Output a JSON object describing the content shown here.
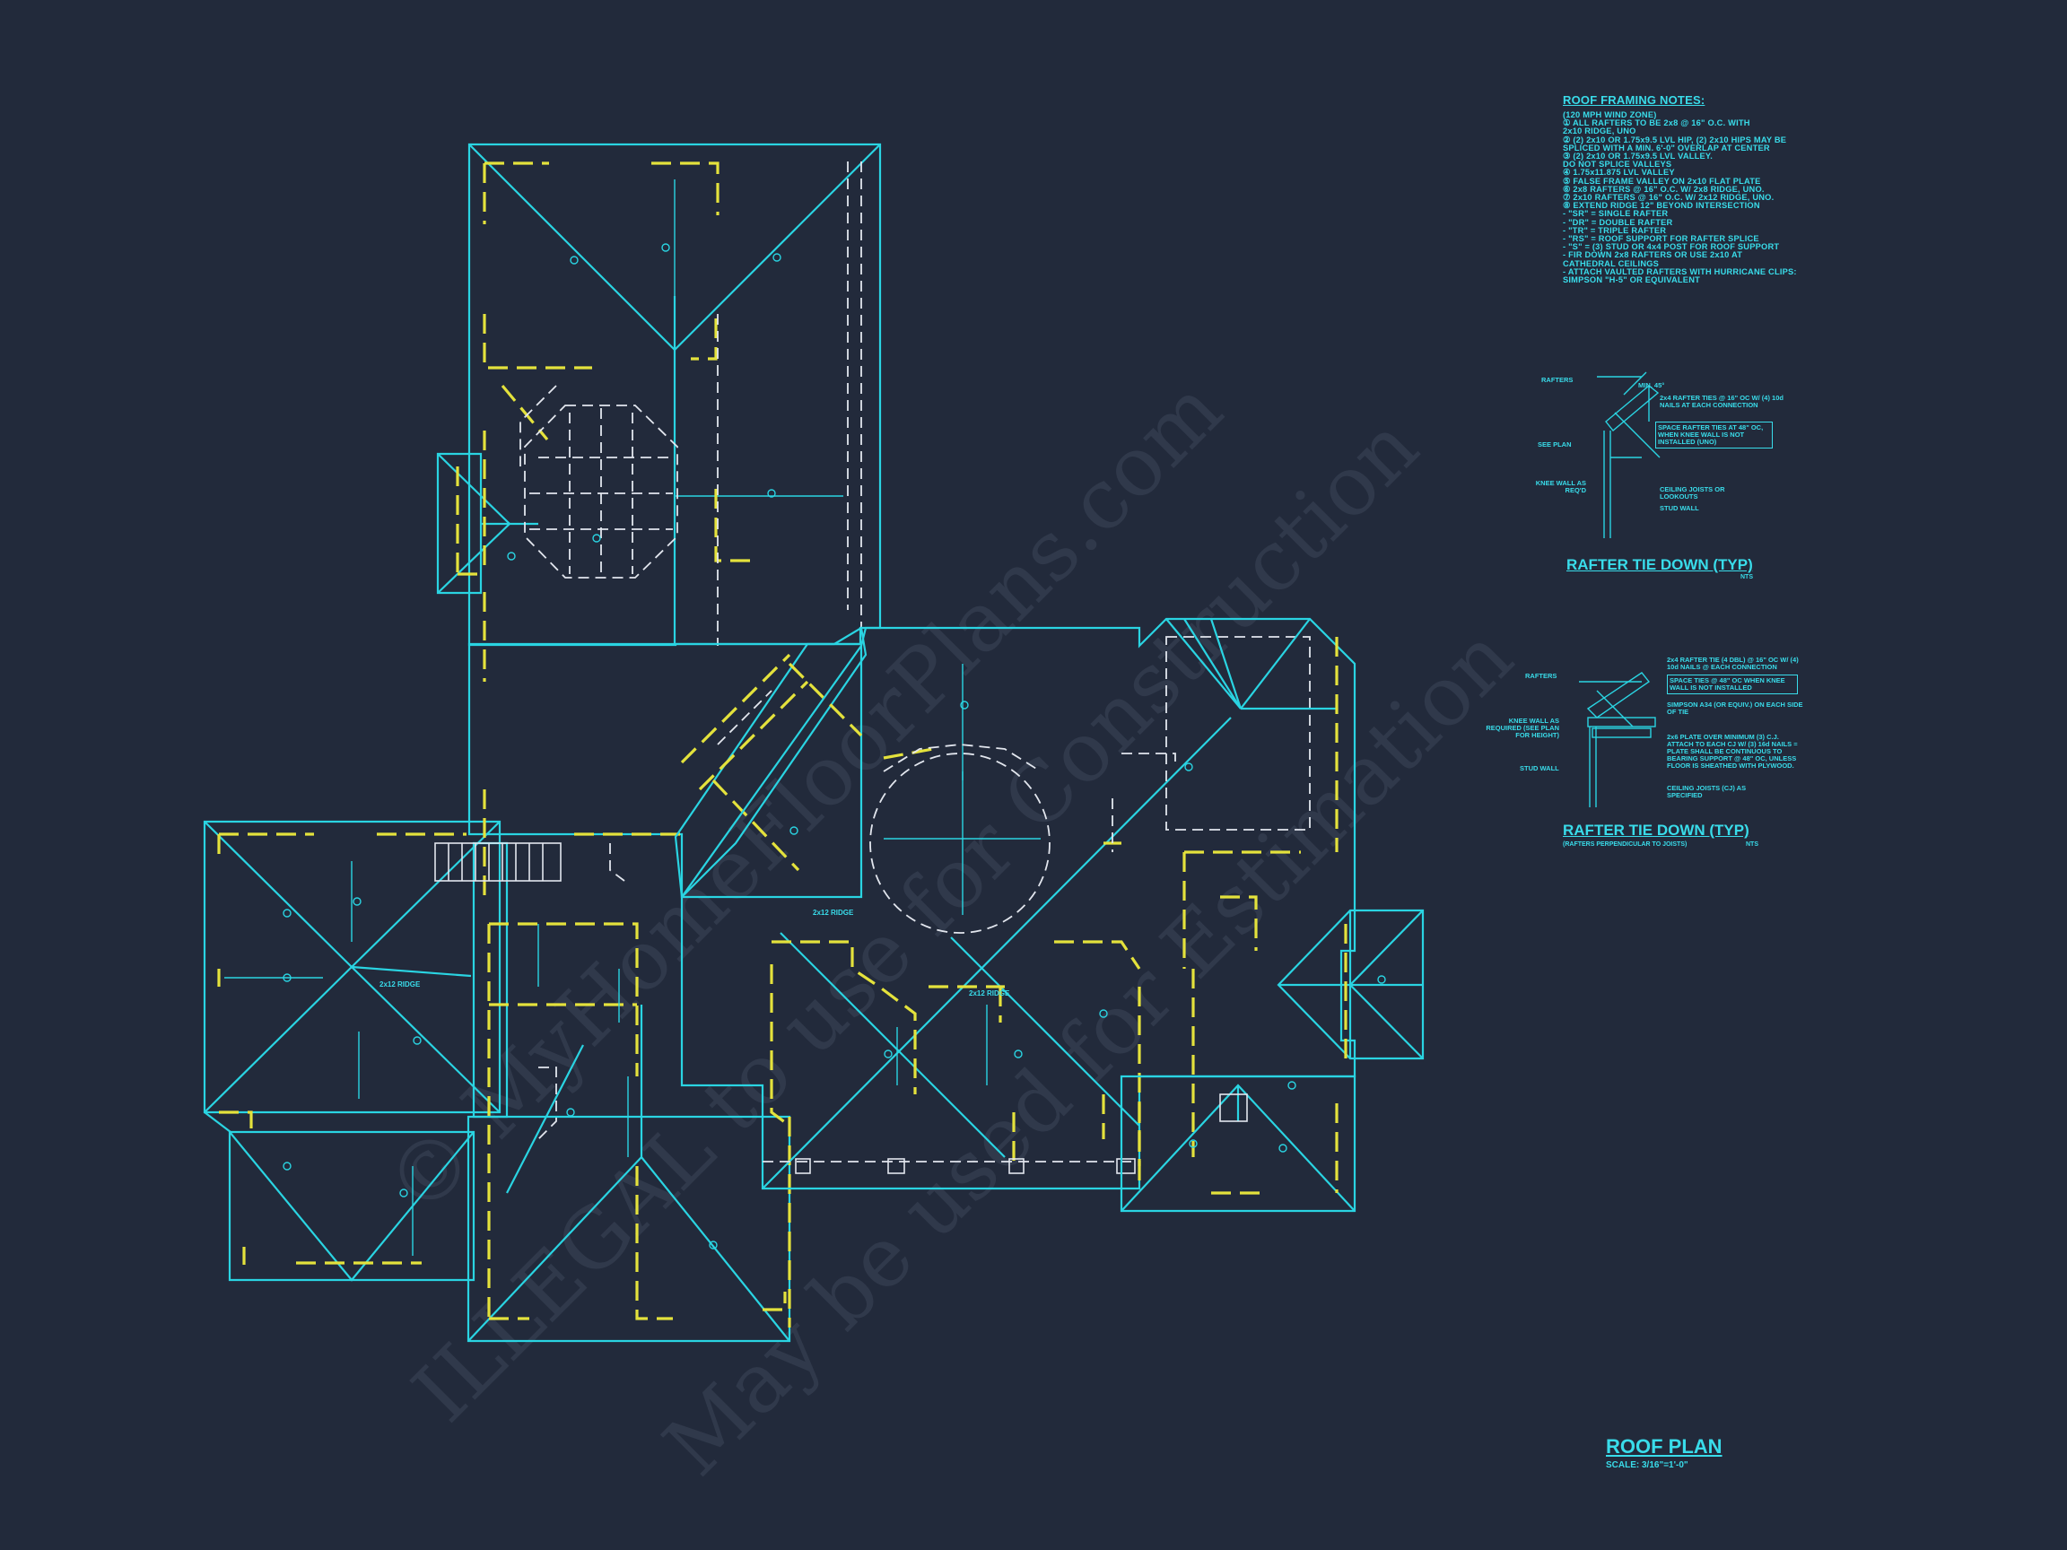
{
  "watermark": {
    "line1": "© MyHomeFloorPlans.com",
    "line2": "ILLEGAL to use for Construction",
    "line3": "May be used for Estimation"
  },
  "notes": {
    "title": "ROOF FRAMING NOTES:",
    "items": [
      "(120 MPH WIND ZONE)",
      "① ALL RAFTERS TO BE 2x8 @ 16\" O.C. WITH",
      "    2x10 RIDGE, UNO",
      "② (2) 2x10 OR 1.75x9.5 LVL HIP, (2) 2x10 HIPS MAY BE",
      "    SPLICED WITH A MIN. 6'-0\" OVERLAP AT CENTER",
      "③ (2) 2x10 OR 1.75x9.5 LVL VALLEY.",
      "    DO NOT SPLICE VALLEYS",
      "④ 1.75x11.875 LVL VALLEY",
      "⑤ FALSE FRAME VALLEY ON 2x10 FLAT PLATE",
      "⑥ 2x8 RAFTERS @ 16\" O.C. W/ 2x8 RIDGE, UNO.",
      "⑦ 2x10 RAFTERS @ 16\" O.C. W/ 2x12 RIDGE, UNO.",
      "⑧ EXTEND RIDGE 12\" BEYOND INTERSECTION",
      "-  \"SR\" = SINGLE RAFTER",
      "-  \"DR\" = DOUBLE RAFTER",
      "-  \"TR\" = TRIPLE RAFTER",
      "-  \"RS\" = ROOF SUPPORT FOR RAFTER SPLICE",
      "-  \"S\"   = (3) STUD OR 4x4 POST FOR ROOF SUPPORT",
      "-  FIR DOWN 2x8 RAFTERS OR USE 2x10 AT",
      "    CATHEDRAL CEILINGS",
      "-  ATTACH VAULTED RAFTERS WITH HURRICANE CLIPS:",
      "    SIMPSON \"H-5\" OR EQUIVALENT"
    ]
  },
  "detail1": {
    "title": "RAFTER TIE DOWN (TYP)",
    "subtitle": "NTS",
    "labels": {
      "rafters": "RAFTERS",
      "min": "MIN. 45°",
      "tie": "2x4 RAFTER TIES @ 16\" OC W/ (4) 10d NAILS AT EACH CONNECTION",
      "space": "SPACE RAFTER TIES AT 48\" OC, WHEN KNEE WALL IS NOT INSTALLED (UNO)",
      "see_plan": "SEE PLAN",
      "knee": "KNEE WALL AS REQ'D",
      "ceiling": "CEILING JOISTS OR LOOKOUTS",
      "stud": "STUD WALL"
    }
  },
  "detail2": {
    "title": "RAFTER TIE DOWN (TYP)",
    "subtitle": "(RAFTERS PERPENDICULAR TO JOISTS)",
    "nts": "NTS",
    "labels": {
      "tie": "2x4 RAFTER TIE (4 DBL) @ 16\" OC W/ (4) 10d NAILS @ EACH CONNECTION",
      "space": "SPACE TIES @ 48\" OC WHEN KNEE WALL IS NOT INSTALLED",
      "rafters": "RAFTERS",
      "simpson": "SIMPSON A34 (OR EQUIV.) ON EACH SIDE OF TIE",
      "knee": "KNEE WALL AS REQUIRED (SEE PLAN FOR HEIGHT)",
      "plate": "2x6 PLATE OVER MINIMUM (3) C.J. ATTACH TO EACH CJ W/ (3) 16d NAILS = PLATE SHALL BE CONTINUOUS TO BEARING SUPPORT @ 48\" OC, UNLESS FLOOR IS SHEATHED WITH PLYWOOD.",
      "stud": "STUD WALL",
      "ceiling": "CEILING JOISTS (CJ) AS SPECIFIED"
    }
  },
  "ridge_labels": [
    "2x12 RIDGE",
    "2x12 RIDGE",
    "2x12 RIDGE"
  ],
  "roof_plan": {
    "title": "ROOF PLAN",
    "scale": "SCALE: 3/16\"=1'-0\""
  },
  "colors": {
    "background": "#222a3b",
    "cyan": "#2ad4e2",
    "yellow": "#e4e23c",
    "white": "#e2e6ee"
  }
}
